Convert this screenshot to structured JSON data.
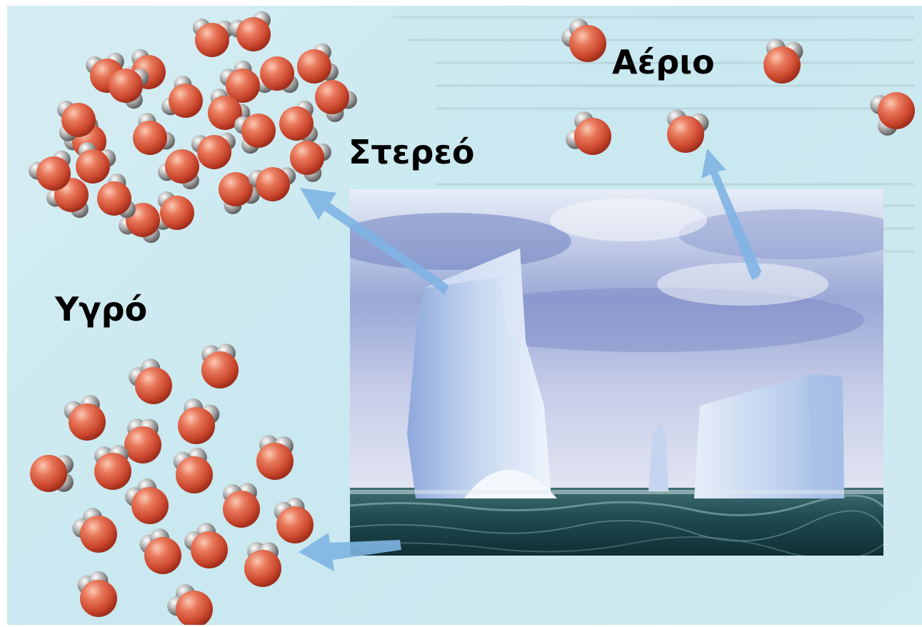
{
  "labels": {
    "solid": "Στερεό",
    "liquid": "Υγρό",
    "gas": "Αέριο"
  },
  "colors": {
    "oxygen": "#d9533a",
    "hydrogen": "#9a9a9a",
    "arrow": "#7fb4e3",
    "background": "#cde9ef"
  },
  "photo": {
    "subject": "icebergs-in-ocean"
  }
}
